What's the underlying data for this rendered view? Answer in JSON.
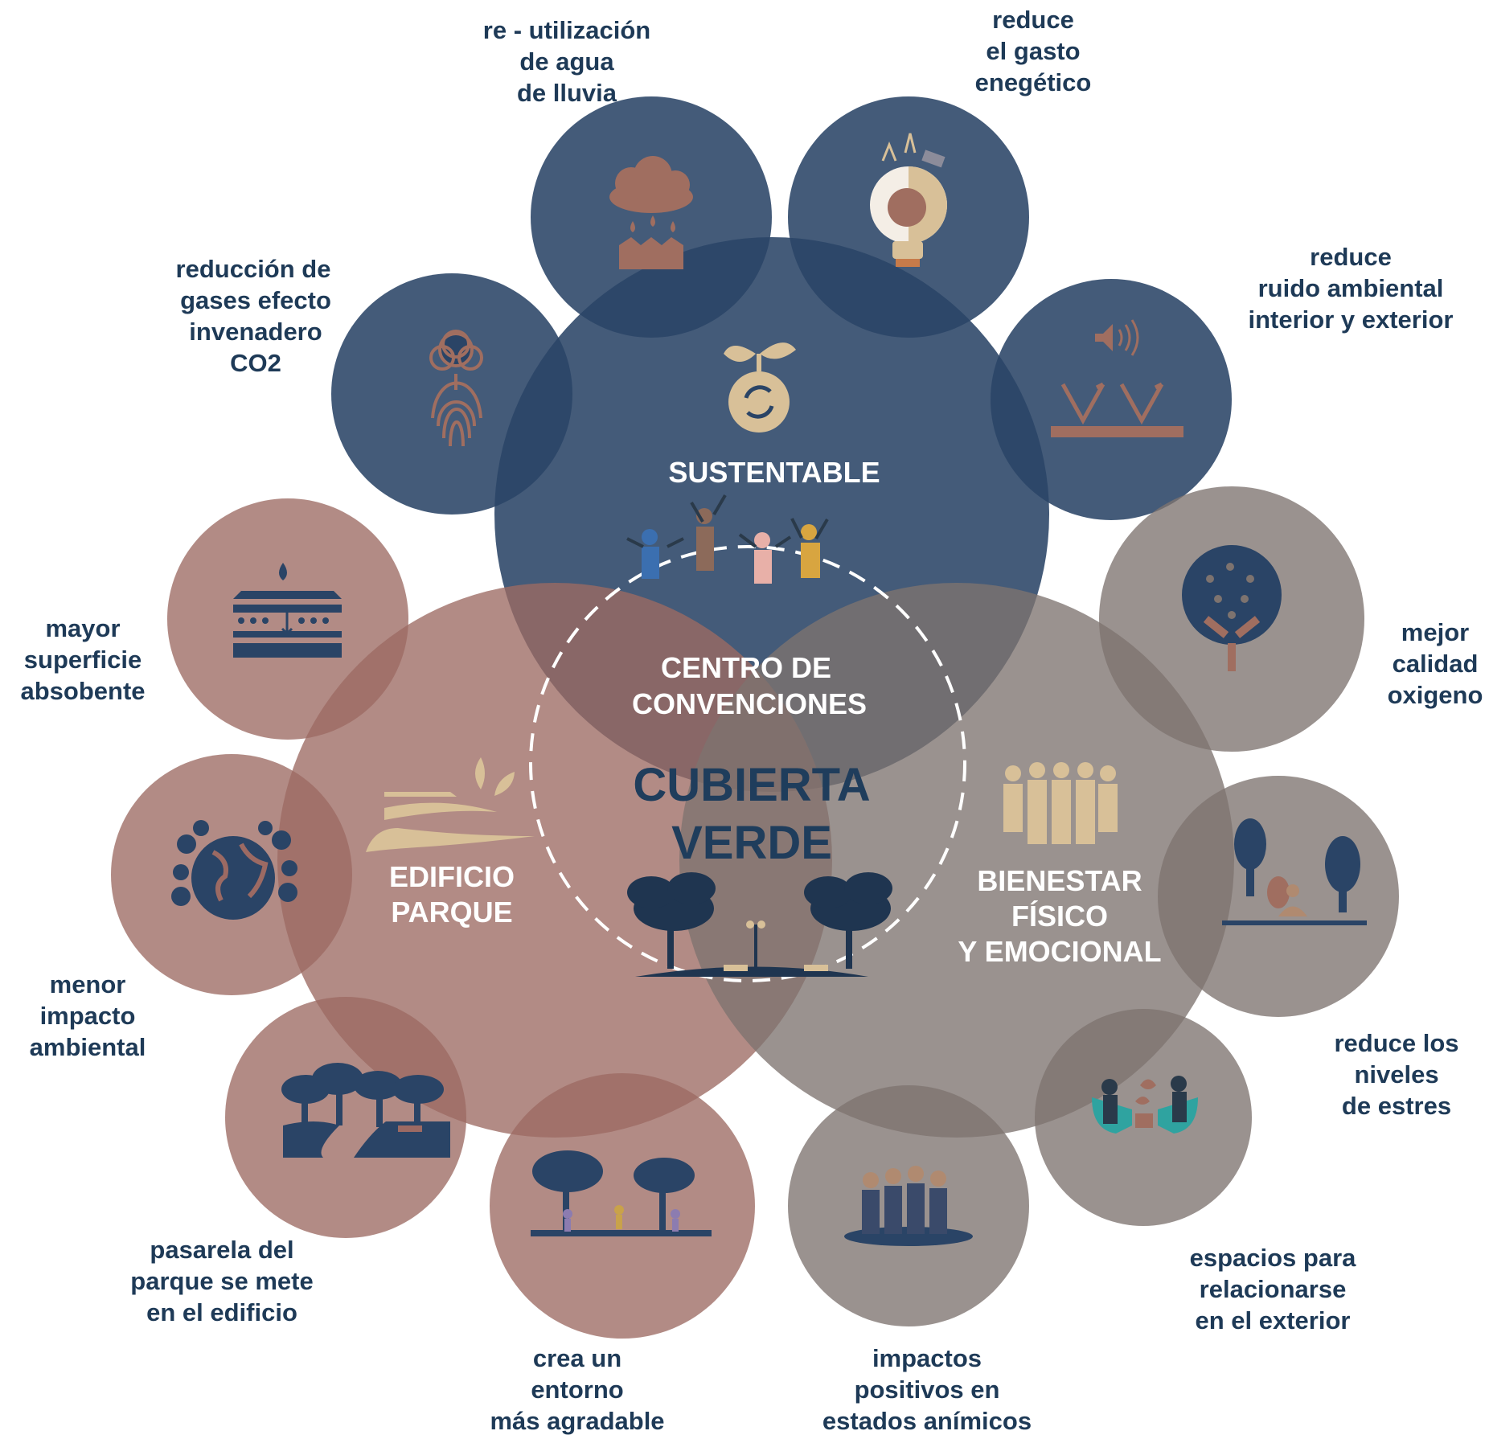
{
  "center": {
    "line1": "CUBIERTA",
    "line2": "VERDE"
  },
  "subtitle": {
    "line1": "CENTRO DE",
    "line2": "CONVENCIONES"
  },
  "categories": {
    "sustentable": {
      "line1": "SUSTENTABLE"
    },
    "edificio": {
      "line1": "EDIFICIO",
      "line2": "PARQUE"
    },
    "bienestar": {
      "line1": "BIENESTAR",
      "line2": "FÍSICO",
      "line3": "Y EMOCIONAL"
    }
  },
  "colors": {
    "navy": "#2a4466",
    "rose": "#9c6a63",
    "taupe": "#7d736f",
    "icon_rose": "#a06e60",
    "icon_tan": "#d8c098",
    "label": "#1e3a57"
  },
  "benefits": {
    "agua": {
      "line1": "re - utilización",
      "line2": "de agua",
      "line3": "de lluvia",
      "icon": "rain-cloud-icon"
    },
    "gasto": {
      "line1": "reduce",
      "line2": "el gasto",
      "line3": "enegético",
      "icon": "lightbulb-icon"
    },
    "ruido": {
      "line1": "reduce",
      "line2": "ruido ambiental",
      "line3": "interior y exterior",
      "icon": "sound-icon"
    },
    "gases": {
      "line1": "reducción de",
      "line2": "gases efecto",
      "line3": "invenadero",
      "line4": "CO2",
      "icon": "tree-fingerprint-icon"
    },
    "superficie": {
      "line1": "mayor",
      "line2": "superficie",
      "line3": "absobente",
      "icon": "soil-layers-icon"
    },
    "impacto": {
      "line1": "menor",
      "line2": "impacto",
      "line3": "ambiental",
      "icon": "globe-icon"
    },
    "pasarela": {
      "line1": "pasarela del",
      "line2": "parque se mete",
      "line3": "en el edificio",
      "icon": "park-path-icon"
    },
    "entorno": {
      "line1": "crea un",
      "line2": "entorno",
      "line3": "más agradable",
      "icon": "people-park-icon"
    },
    "animicos": {
      "line1": "impactos",
      "line2": "positivos en",
      "line3": "estados anímicos",
      "icon": "happy-people-icon"
    },
    "relacionarse": {
      "line1": "espacios para",
      "line2": "relacionarse",
      "line3": "en el exterior",
      "icon": "chat-chairs-icon"
    },
    "estres": {
      "line1": "reduce los",
      "line2": "niveles",
      "line3": "de estres",
      "icon": "meditation-icon"
    },
    "oxigeno": {
      "line1": "mejor",
      "line2": "calidad",
      "line3": "oxigeno",
      "icon": "tree-icon"
    }
  }
}
